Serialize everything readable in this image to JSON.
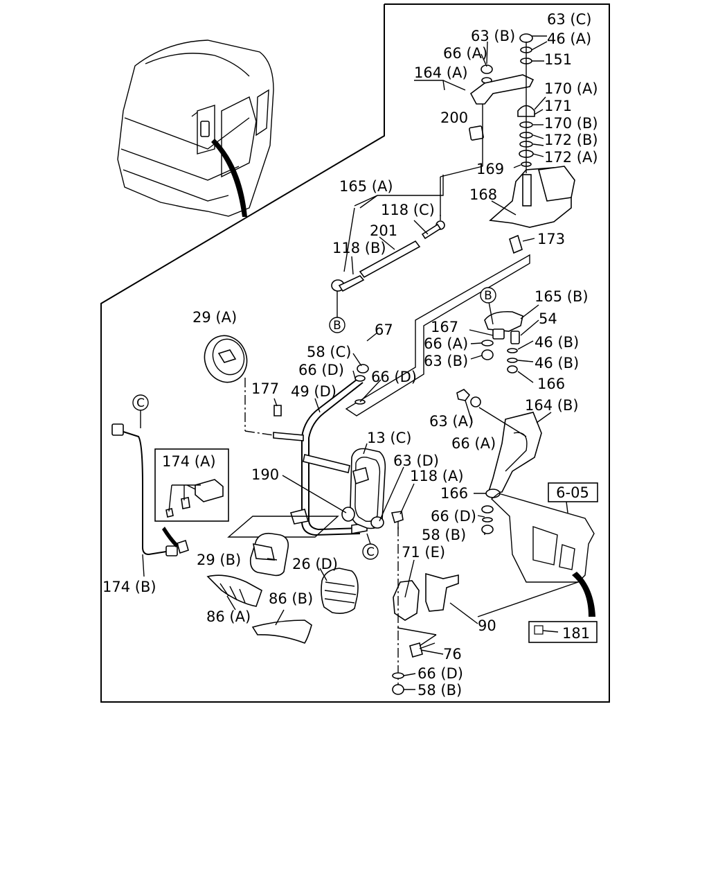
{
  "labels": {
    "l63c": "63 (C)",
    "l46a": "46 (A)",
    "l63b_top": "63 (B)",
    "l66a_top": "66 (A)",
    "l151": "151",
    "l164a": "164 (A)",
    "l170a": "170 (A)",
    "l171": "171",
    "l200": "200",
    "l170b": "170 (B)",
    "l172b": "172 (B)",
    "l172a": "172 (A)",
    "l169": "169",
    "l165a": "165 (A)",
    "l168": "168",
    "l118c": "118 (C)",
    "l201": "201",
    "l173": "173",
    "l118b": "118 (B)",
    "l165b": "165 (B)",
    "l29a": "29 (A)",
    "l67": "67",
    "l167": "167",
    "l54": "54",
    "l66a_mid": "66 (A)",
    "l46b_1": "46 (B)",
    "l58c": "58 (C)",
    "l63b_mid": "63 (B)",
    "l46b_2": "46 (B)",
    "l66d_1": "66 (D)",
    "l66d_2": "66 (D)",
    "l166_1": "166",
    "l177": "177",
    "l49d": "49 (D)",
    "l164b": "164 (B)",
    "l63a": "63 (A)",
    "l13c": "13 (C)",
    "l66a_low": "66 (A)",
    "l63d": "63 (D)",
    "l174a": "174 (A)",
    "l190": "190",
    "l118a": "118 (A)",
    "l166_2": "166",
    "l605": "6-05",
    "l66d_3": "66 (D)",
    "l58b_1": "58 (B)",
    "l71e": "71 (E)",
    "l29b": "29 (B)",
    "l26d": "26 (D)",
    "l174b": "174 (B)",
    "l86b": "86 (B)",
    "l86a": "86 (A)",
    "l90": "90",
    "l181": "181",
    "l76": "76",
    "l66d_4": "66 (D)",
    "l58b_2": "58 (B)"
  },
  "callouts": {
    "b1": "B",
    "b2": "B",
    "c1": "C",
    "c2": "C"
  }
}
